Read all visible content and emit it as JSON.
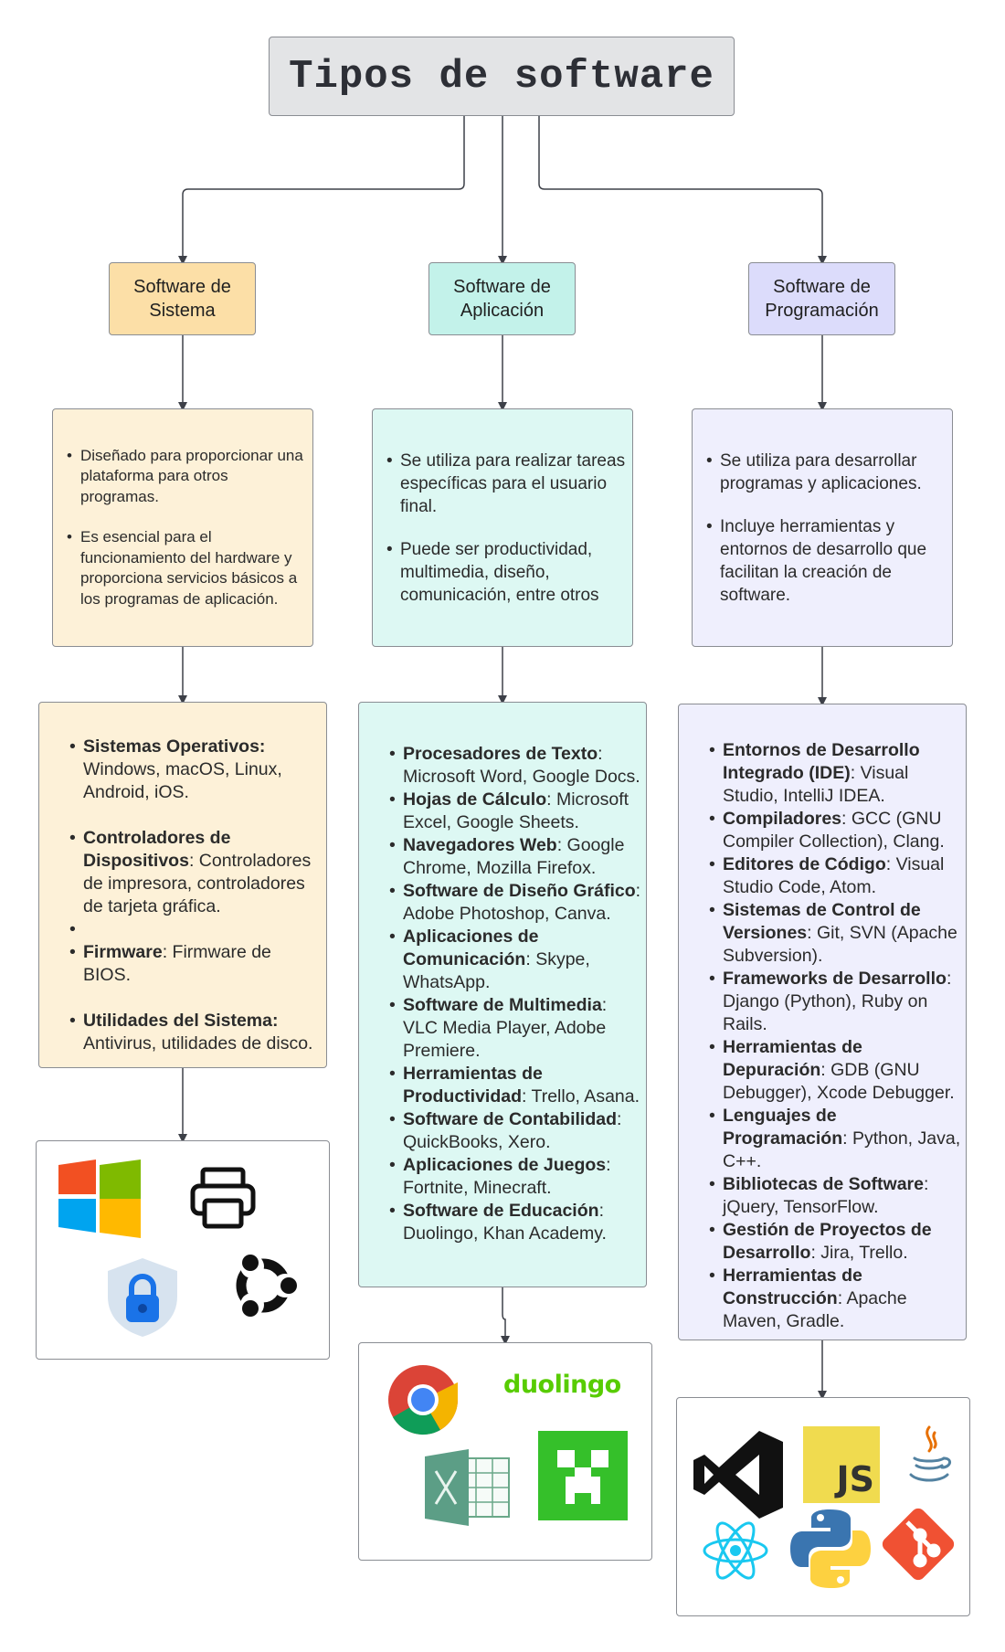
{
  "title": "Tipos de software",
  "categories": {
    "system": {
      "label": "Software de Sistema",
      "description": [
        "Diseñado para proporcionar una plataforma para otros programas.",
        "Es esencial para el funcionamiento del hardware y proporciona servicios básicos a los programas de aplicación."
      ],
      "examples": [
        {
          "term": "Sistemas Operativos:",
          "text": " Windows, macOS, Linux, Android, iOS."
        },
        {
          "term": "Controladores de Dispositivos",
          "text": ": Controladores de impresora, controladores de tarjeta gráfica."
        },
        {
          "term": "",
          "text": ""
        },
        {
          "term": "Firmware",
          "text": ": Firmware de BIOS."
        },
        {
          "term": "Utilidades del Sistema:",
          "text": " Antivirus, utilidades de disco."
        }
      ],
      "icons": [
        "windows-logo-icon",
        "printer-icon",
        "security-shield-lock-icon",
        "ubuntu-logo-icon"
      ]
    },
    "application": {
      "label": "Software de Aplicación",
      "description": [
        "Se utiliza para realizar tareas específicas para el usuario final.",
        "Puede ser productividad, multimedia, diseño, comunicación, entre otros"
      ],
      "examples": [
        {
          "term": "Procesadores de Texto",
          "text": ": Microsoft Word, Google Docs."
        },
        {
          "term": "Hojas de Cálculo",
          "text": ": Microsoft Excel, Google Sheets."
        },
        {
          "term": "Navegadores Web",
          "text": ": Google Chrome, Mozilla Firefox."
        },
        {
          "term": "Software de Diseño Gráfico",
          "text": ": Adobe Photoshop, Canva."
        },
        {
          "term": "Aplicaciones de Comunicación",
          "text": ": Skype, WhatsApp."
        },
        {
          "term": "Software de Multimedia",
          "text": ": VLC Media Player, Adobe Premiere."
        },
        {
          "term": "Herramientas de Productividad",
          "text": ": Trello, Asana."
        },
        {
          "term": "Software de Contabilidad",
          "text": ": QuickBooks, Xero."
        },
        {
          "term": "Aplicaciones de Juegos",
          "text": ": Fortnite, Minecraft."
        },
        {
          "term": "Software de Educación",
          "text": ": Duolingo, Khan Academy."
        }
      ],
      "logo_text": "duolingo",
      "icons": [
        "chrome-logo-icon",
        "duolingo-logo-icon",
        "excel-logo-icon",
        "minecraft-logo-icon"
      ]
    },
    "programming": {
      "label": "Software de Programación",
      "description": [
        "Se utiliza para desarrollar programas y aplicaciones.",
        "Incluye herramientas y entornos de desarrollo que facilitan la creación de software."
      ],
      "examples": [
        {
          "term": "Entornos de Desarrollo Integrado (IDE)",
          "text": ": Visual Studio, IntelliJ IDEA."
        },
        {
          "term": "Compiladores",
          "text": ": GCC (GNU Compiler Collection), Clang."
        },
        {
          "term": "Editores de Código",
          "text": ": Visual Studio Code, Atom."
        },
        {
          "term": "Sistemas de Control de Versiones",
          "text": ": Git, SVN (Apache Subversion)."
        },
        {
          "term": "Frameworks de Desarrollo",
          "text": ": Django (Python), Ruby on Rails."
        },
        {
          "term": "Herramientas de Depuración",
          "text": ": GDB (GNU Debugger), Xcode Debugger."
        },
        {
          "term": "Lenguajes de Programación",
          "text": ": Python, Java, C++."
        },
        {
          "term": "Bibliotecas de Software",
          "text": ": jQuery, TensorFlow."
        },
        {
          "term": "Gestión de Proyectos de Desarrollo",
          "text": ": Jira, Trello."
        },
        {
          "term": "Herramientas de Construcción",
          "text": ": Apache Maven, Gradle."
        }
      ],
      "logo_text": "JS",
      "icons": [
        "visual-studio-logo-icon",
        "javascript-logo-icon",
        "java-logo-icon",
        "react-logo-icon",
        "python-logo-icon",
        "git-logo-icon"
      ]
    }
  },
  "colors": {
    "system_header": "#fcdfa7",
    "system_panel": "#fdf1d8",
    "application_header": "#c3f2ea",
    "application_panel": "#ddf8f3",
    "programming_header": "#dcdcfb",
    "programming_panel": "#efeffd",
    "title_box": "#e3e4e6",
    "connector": "#3d4048"
  }
}
